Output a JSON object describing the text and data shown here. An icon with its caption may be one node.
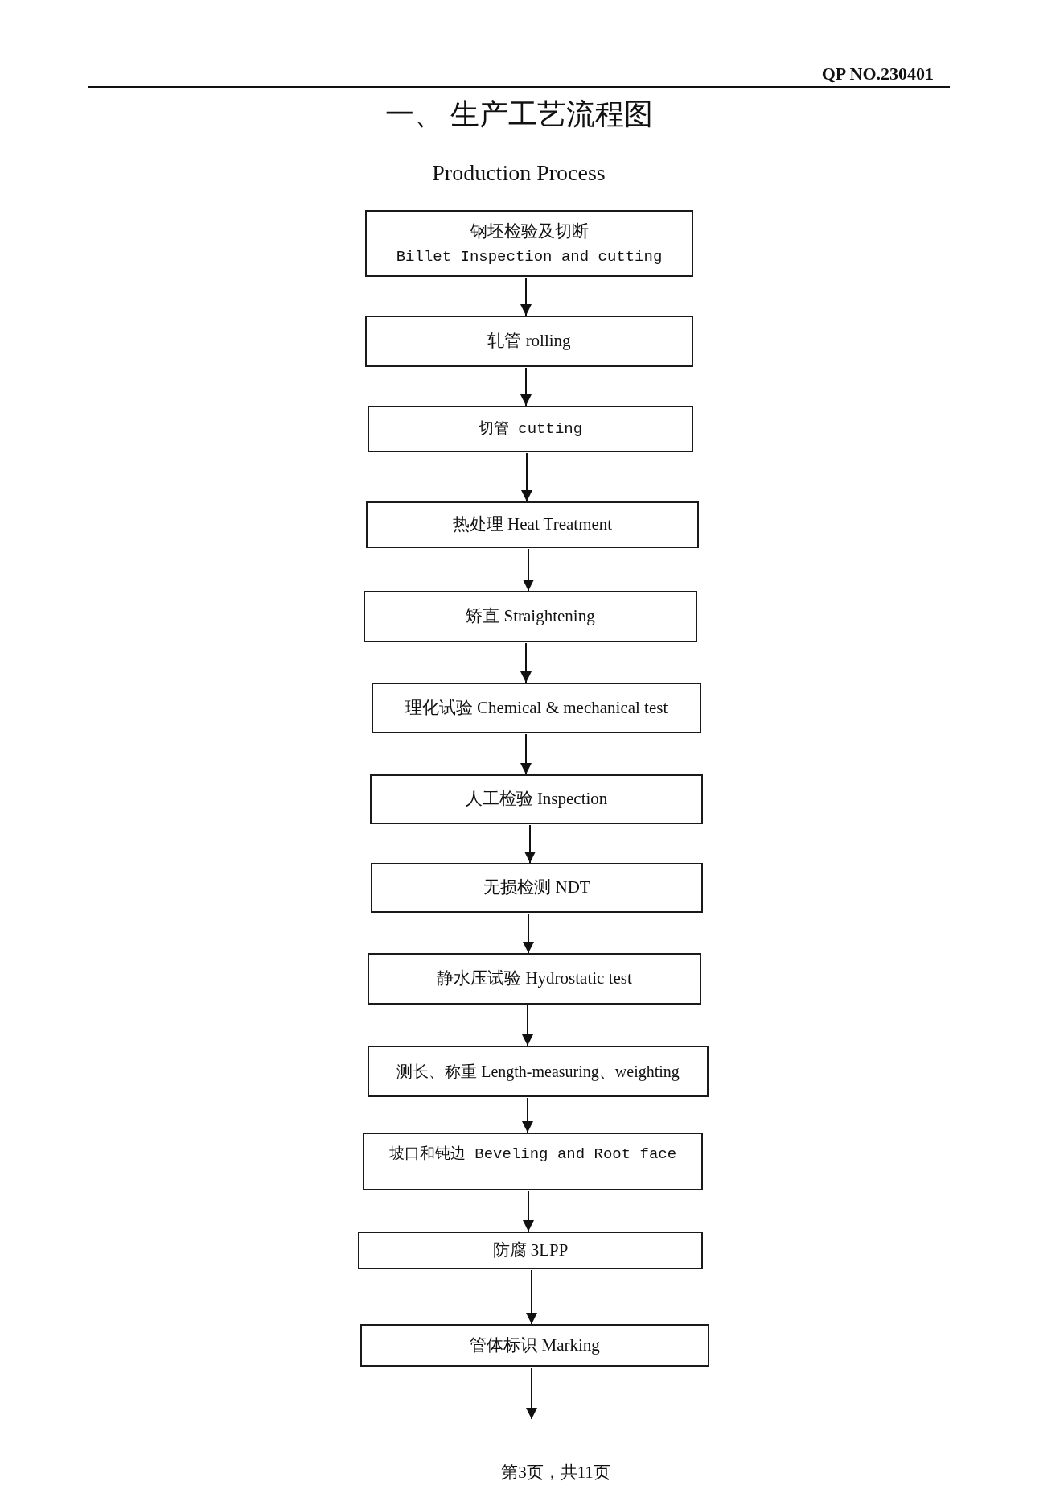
{
  "diagram": {
    "title": "一、 生产工艺流程图",
    "nodes": [
      {
        "text": [
          "钢坯检验及切断",
          "Billet Inspection and cutting"
        ]
      },
      {
        "text": [
          "轧管 rolling"
        ]
      },
      {
        "text": [
          "切管 cutting"
        ]
      },
      {
        "text": [
          "热处理 Heat Treatment"
        ]
      },
      {
        "text": [
          "矫直 Straightening"
        ]
      },
      {
        "text": [
          "理化试验 Chemical & mechanical test"
        ]
      },
      {
        "text": [
          "人工检验 Inspection"
        ]
      },
      {
        "text": [
          "无损检测 NDT"
        ]
      },
      {
        "text": [
          "静水压试验 Hydrostatic test"
        ]
      },
      {
        "text": [
          "测长、称重 Length-measuring、weighting"
        ]
      },
      {
        "text": [
          "坡口和钝边 Beveling and Root face"
        ]
      },
      {
        "text": [
          "防腐 3LPP"
        ]
      },
      {
        "text": [
          "管体标识 Marking"
        ]
      }
    ],
    "edges": [
      {
        "from": 0,
        "to": 1,
        "arrow": "to"
      },
      {
        "from": 1,
        "to": 2,
        "arrow": "to"
      },
      {
        "from": 2,
        "to": 3,
        "arrow": "to"
      },
      {
        "from": 3,
        "to": 4,
        "arrow": "to"
      },
      {
        "from": 4,
        "to": 5,
        "arrow": "to"
      },
      {
        "from": 5,
        "to": 6,
        "arrow": "to"
      },
      {
        "from": 6,
        "to": 7,
        "arrow": "to"
      },
      {
        "from": 7,
        "to": 8,
        "arrow": "to"
      },
      {
        "from": 8,
        "to": 9,
        "arrow": "to"
      },
      {
        "from": 9,
        "to": 10,
        "arrow": "to"
      },
      {
        "from": 10,
        "to": 11,
        "arrow": "to"
      },
      {
        "from": 11,
        "to": 12,
        "arrow": "to"
      },
      {
        "from": 12,
        "to": null,
        "arrow": "to"
      }
    ],
    "labels": [
      "QP NO.230401",
      "Production Process",
      "第3页，共11页"
    ]
  }
}
